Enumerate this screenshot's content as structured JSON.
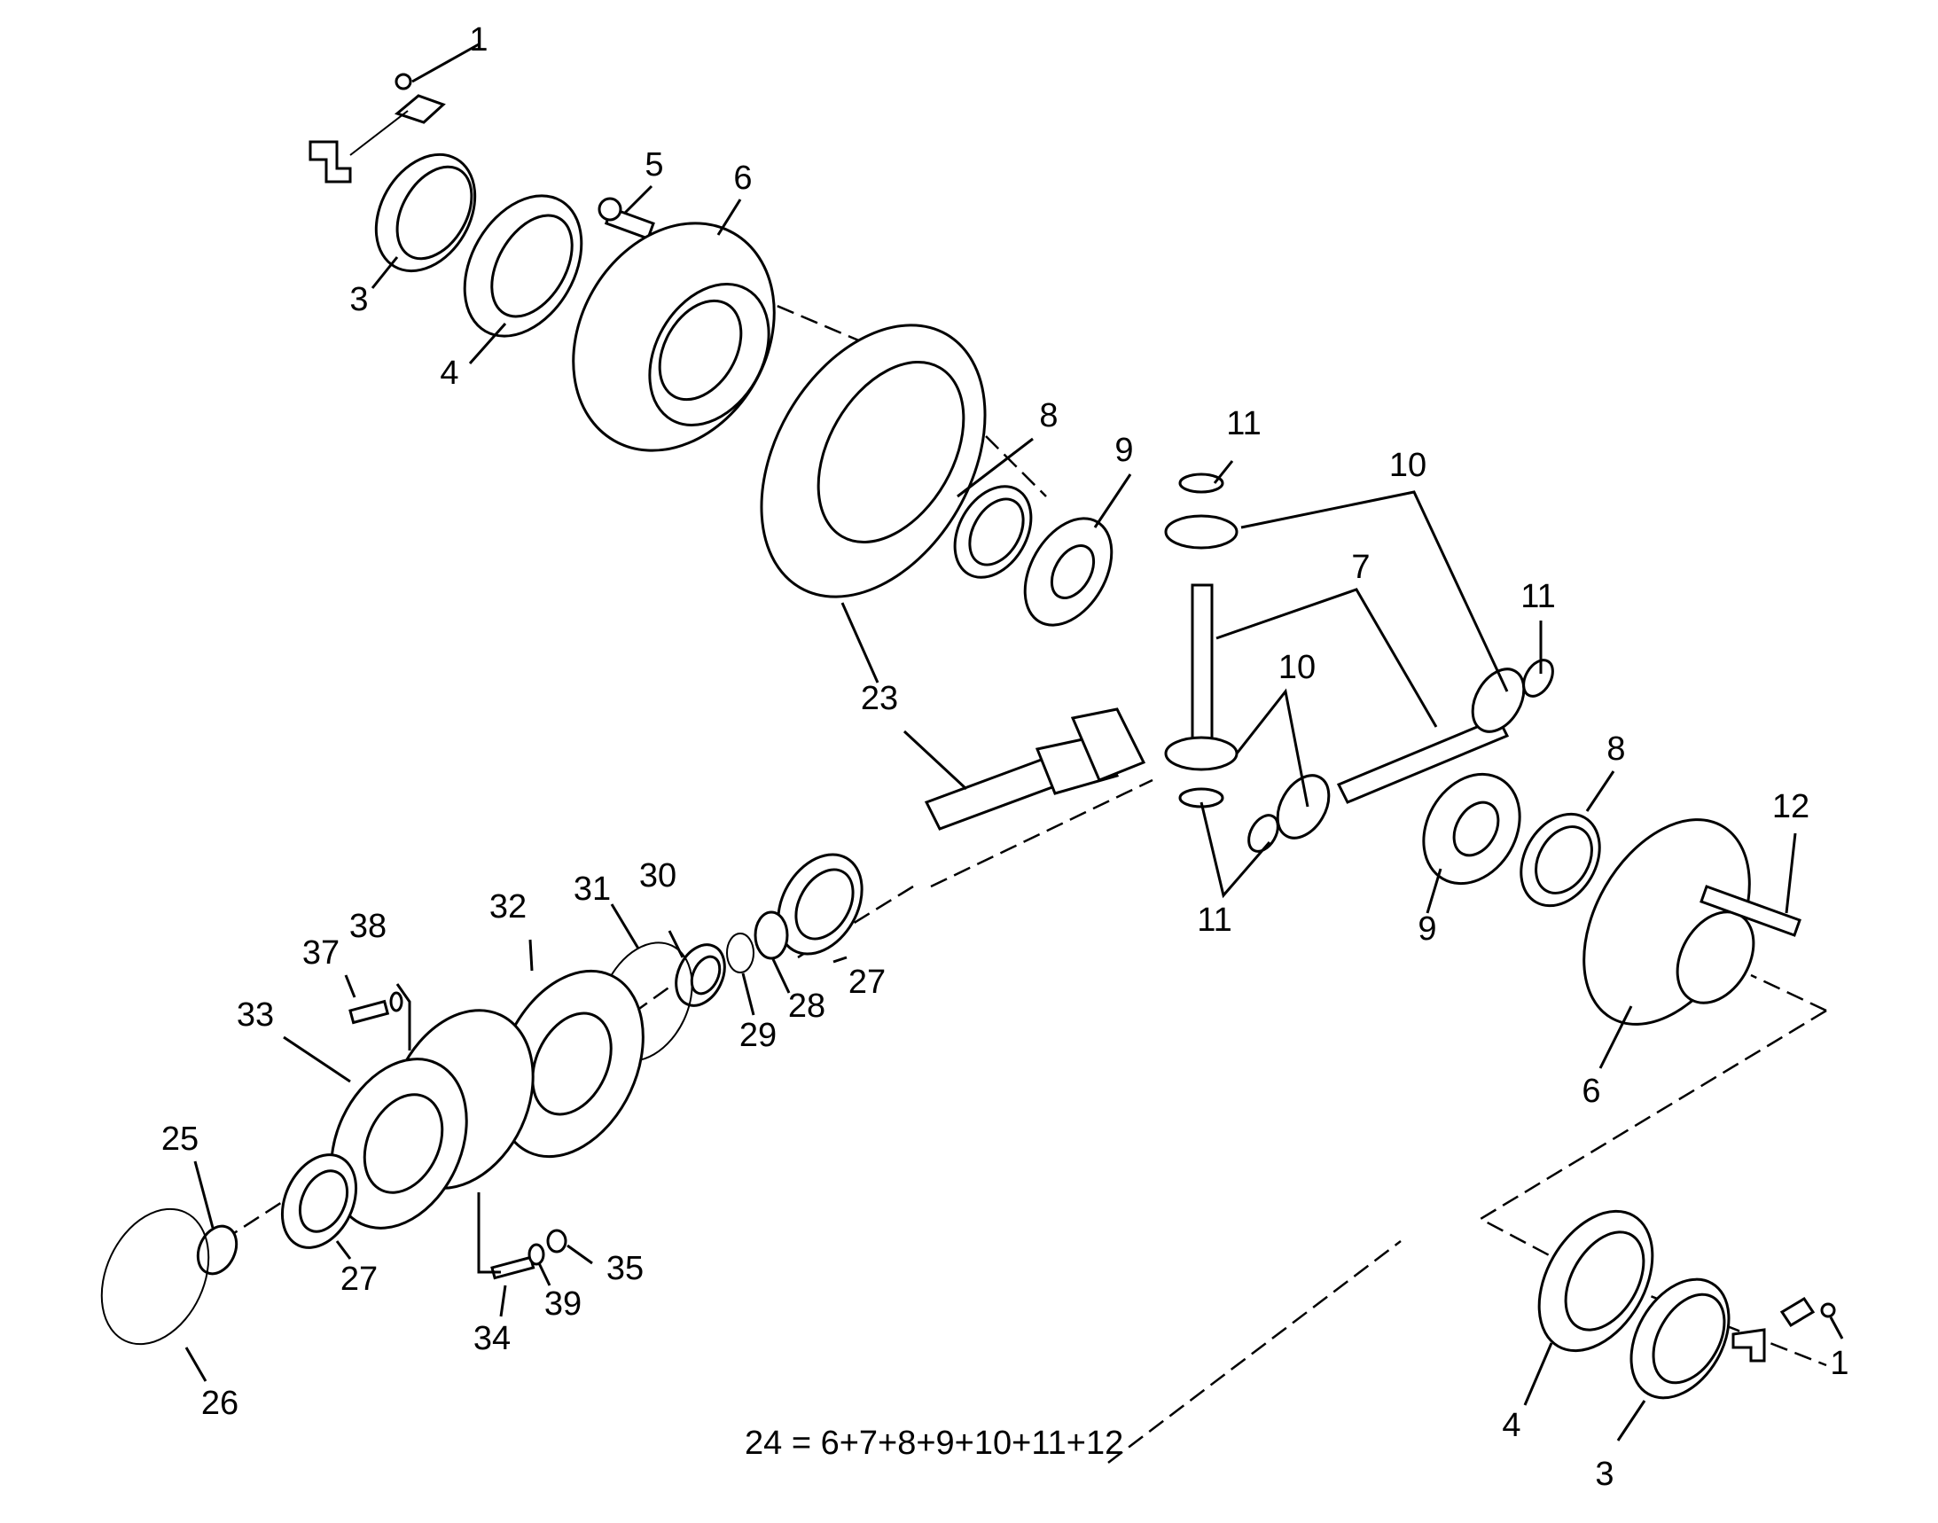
{
  "diagram": {
    "formula": "24 = 6+7+8+9+10+11+12",
    "callouts": [
      {
        "key": "c1a",
        "text": "1"
      },
      {
        "key": "c3a",
        "text": "3"
      },
      {
        "key": "c4a",
        "text": "4"
      },
      {
        "key": "c5",
        "text": "5"
      },
      {
        "key": "c6a",
        "text": "6"
      },
      {
        "key": "c8a",
        "text": "8"
      },
      {
        "key": "c9a",
        "text": "9"
      },
      {
        "key": "c23",
        "text": "23"
      },
      {
        "key": "c11a",
        "text": "11"
      },
      {
        "key": "c10a",
        "text": "10"
      },
      {
        "key": "c7",
        "text": "7"
      },
      {
        "key": "c11b",
        "text": "11"
      },
      {
        "key": "c10b",
        "text": "10"
      },
      {
        "key": "c8b",
        "text": "8"
      },
      {
        "key": "c12",
        "text": "12"
      },
      {
        "key": "c11c",
        "text": "11"
      },
      {
        "key": "c9b",
        "text": "9"
      },
      {
        "key": "c6b",
        "text": "6"
      },
      {
        "key": "c32",
        "text": "32"
      },
      {
        "key": "c31",
        "text": "31"
      },
      {
        "key": "c30",
        "text": "30"
      },
      {
        "key": "c27a",
        "text": "27"
      },
      {
        "key": "c28",
        "text": "28"
      },
      {
        "key": "c29",
        "text": "29"
      },
      {
        "key": "c38",
        "text": "38"
      },
      {
        "key": "c37",
        "text": "37"
      },
      {
        "key": "c33",
        "text": "33"
      },
      {
        "key": "c25",
        "text": "25"
      },
      {
        "key": "c27b",
        "text": "27"
      },
      {
        "key": "c35",
        "text": "35"
      },
      {
        "key": "c39",
        "text": "39"
      },
      {
        "key": "c34",
        "text": "34"
      },
      {
        "key": "c26",
        "text": "26"
      },
      {
        "key": "c4b",
        "text": "4"
      },
      {
        "key": "c3b",
        "text": "3"
      },
      {
        "key": "c1b",
        "text": "1"
      }
    ]
  }
}
